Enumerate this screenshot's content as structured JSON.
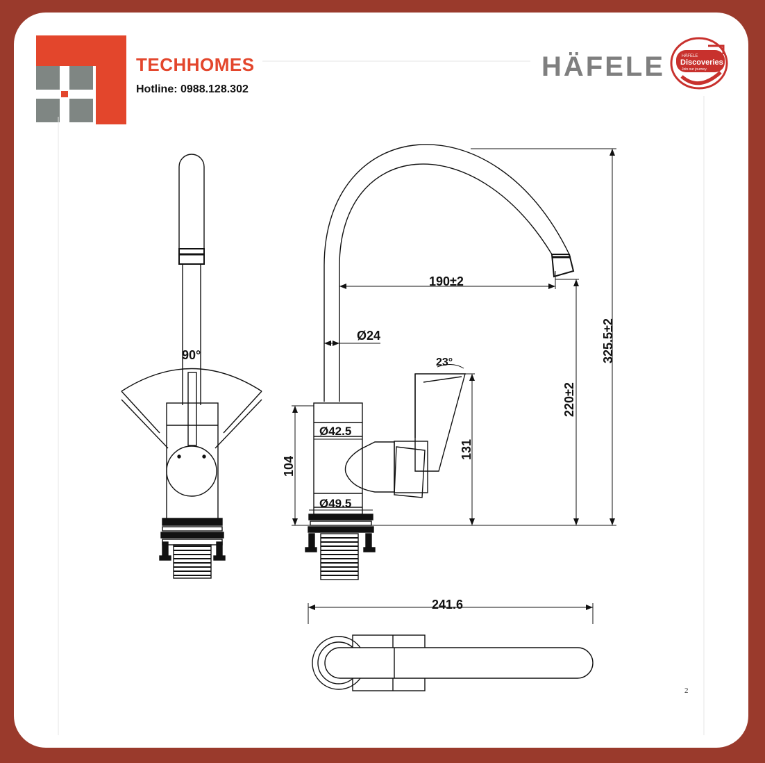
{
  "brand": {
    "name": "TECHHOMES",
    "hotline": "Hotline: 0988.128.302",
    "accent": "#e3462c",
    "frame_color": "#9a3a2c",
    "grid_color": "#7f8683"
  },
  "partner": {
    "name": "HÄFELE",
    "badge_small": "HÄFELE",
    "badge_title": "Discoveries",
    "badge_tagline": "Join our journey.",
    "color": "#c8312d"
  },
  "dimensions": {
    "angle_handle_swing": "90°",
    "spout_reach": "190±2",
    "spout_diameter": "Ø24",
    "handle_angle": "23°",
    "total_height": "325.5±2",
    "spout_height": "220±2",
    "handle_height": "131",
    "body_height": "104",
    "body_diameter_top": "Ø42.5",
    "base_diameter": "Ø49.5",
    "top_length": "241.6"
  },
  "page_number": "2"
}
